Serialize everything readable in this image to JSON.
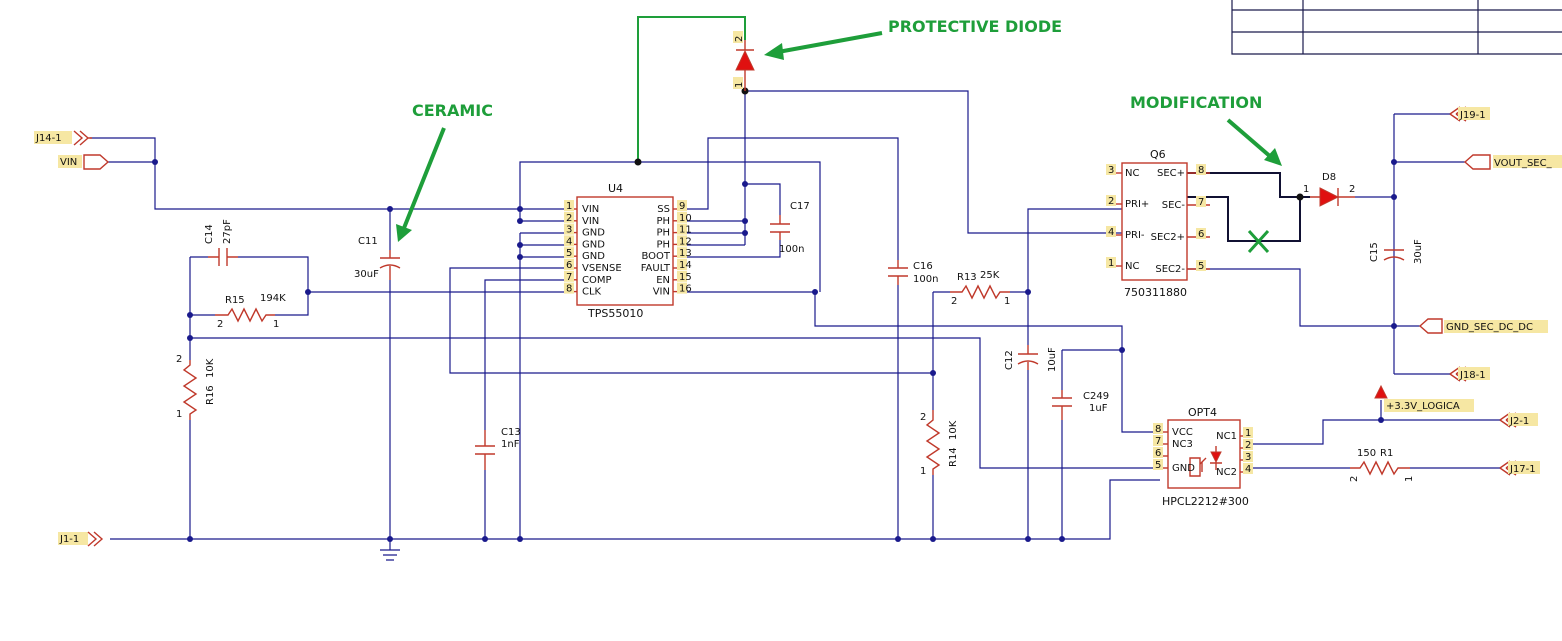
{
  "annotations": {
    "protective_diode": "PROTECTIVE DIODE",
    "ceramic": "CERAMIC",
    "modification": "MODIFICATION"
  },
  "ports": {
    "j14": "J14-1",
    "vin": "VIN",
    "j1": "J1-1",
    "j19": "J19-1",
    "vout": "VOUT_SEC_",
    "gnd_sec": "GND_SEC_DC_DC",
    "j18": "J18-1",
    "v33": "+3.3V_LOGICA",
    "j2": "J2-1",
    "j17": "J17-1"
  },
  "u4": {
    "ref": "U4",
    "part": "TPS55010",
    "left_pins": [
      {
        "num": "1",
        "name": "VIN"
      },
      {
        "num": "2",
        "name": "VIN"
      },
      {
        "num": "3",
        "name": "GND"
      },
      {
        "num": "4",
        "name": "GND"
      },
      {
        "num": "5",
        "name": "GND"
      },
      {
        "num": "6",
        "name": "VSENSE"
      },
      {
        "num": "7",
        "name": "COMP"
      },
      {
        "num": "8",
        "name": "CLK"
      }
    ],
    "right_pins": [
      {
        "num": "9",
        "name": "SS"
      },
      {
        "num": "10",
        "name": "PH"
      },
      {
        "num": "11",
        "name": "PH"
      },
      {
        "num": "12",
        "name": "PH"
      },
      {
        "num": "13",
        "name": "BOOT"
      },
      {
        "num": "14",
        "name": "FAULT"
      },
      {
        "num": "15",
        "name": "EN"
      },
      {
        "num": "16",
        "name": "VIN"
      }
    ]
  },
  "q6": {
    "ref": "Q6",
    "part": "750311880",
    "left_pins": [
      {
        "num": "3",
        "name": "NC"
      },
      {
        "num": "2",
        "name": "PRI+"
      },
      {
        "num": "4",
        "name": "PRI-"
      },
      {
        "num": "1",
        "name": "NC"
      }
    ],
    "right_pins": [
      {
        "num": "8",
        "name": "SEC+"
      },
      {
        "num": "7",
        "name": "SEC-"
      },
      {
        "num": "6",
        "name": "SEC2+"
      },
      {
        "num": "5",
        "name": "SEC2-"
      }
    ]
  },
  "opt4": {
    "ref": "OPT4",
    "part": "HPCL2212#300",
    "left_pins": [
      {
        "num": "8",
        "name": "VCC"
      },
      {
        "num": "7",
        "name": "NC3"
      },
      {
        "num": "6",
        "name": ""
      },
      {
        "num": "5",
        "name": "GND"
      }
    ],
    "right_pins": [
      {
        "num": "1",
        "name": "NC1"
      },
      {
        "num": "2",
        "name": ""
      },
      {
        "num": "3",
        "name": ""
      },
      {
        "num": "4",
        "name": "NC2"
      }
    ]
  },
  "components": {
    "c14": {
      "ref": "C14",
      "value": "27pF"
    },
    "r15": {
      "ref": "R15",
      "value": "194K",
      "p1": "1",
      "p2": "2"
    },
    "r16": {
      "ref": "R16",
      "value": "10K",
      "p1": "1",
      "p2": "2"
    },
    "c11": {
      "ref": "C11",
      "value": "30uF"
    },
    "c13": {
      "ref": "C13",
      "value": "1nF"
    },
    "c17": {
      "ref": "C17",
      "value": "100n"
    },
    "c16": {
      "ref": "C16",
      "value": "100n"
    },
    "r13": {
      "ref": "R13",
      "value": "25K",
      "p1": "1",
      "p2": "2"
    },
    "r14": {
      "ref": "R14",
      "value": "10K",
      "p1": "1",
      "p2": "2"
    },
    "c12": {
      "ref": "C12",
      "value": "10uF"
    },
    "c249": {
      "ref": "C249",
      "value": "1uF"
    },
    "d_prot": {
      "p1": "1",
      "p2": "2"
    },
    "d8": {
      "ref": "D8",
      "p1": "1",
      "p2": "2"
    },
    "c15": {
      "ref": "C15",
      "value": "30uF"
    },
    "r1": {
      "ref": "R1",
      "value": "150",
      "p1": "1",
      "p2": "2"
    }
  },
  "colors": {
    "wire": "#1a1a8c",
    "component": "#c0392b",
    "annotation": "#1e9e3a",
    "pin_highlight": "#f6e7a3",
    "diode_fill": "#e01010"
  }
}
